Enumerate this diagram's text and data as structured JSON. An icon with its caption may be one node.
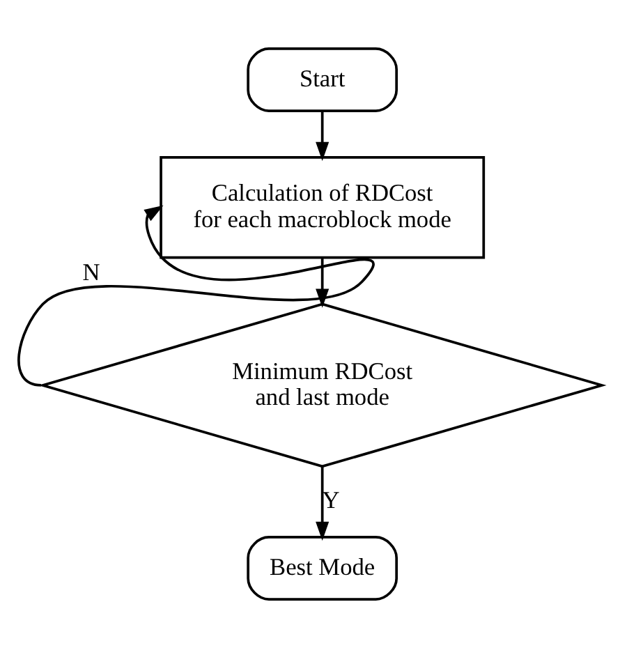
{
  "diagram": {
    "nodes": [
      {
        "text": [
          "Start"
        ]
      },
      {
        "text": [
          "Calculation of RDCost for each macroblock mode"
        ]
      },
      {
        "text": [
          "Minimum RDCost and last mode"
        ]
      },
      {
        "text": [
          "Best Mode"
        ]
      }
    ],
    "edges": [
      {
        "from": 0,
        "to": 1,
        "arrow": "to"
      },
      {
        "from": 1,
        "to": 2,
        "arrow": "to"
      },
      {
        "from": 2,
        "to": 1,
        "arrow": "to",
        "label": "N"
      },
      {
        "from": 2,
        "to": 3,
        "arrow": "to",
        "label": "Y"
      }
    ]
  }
}
